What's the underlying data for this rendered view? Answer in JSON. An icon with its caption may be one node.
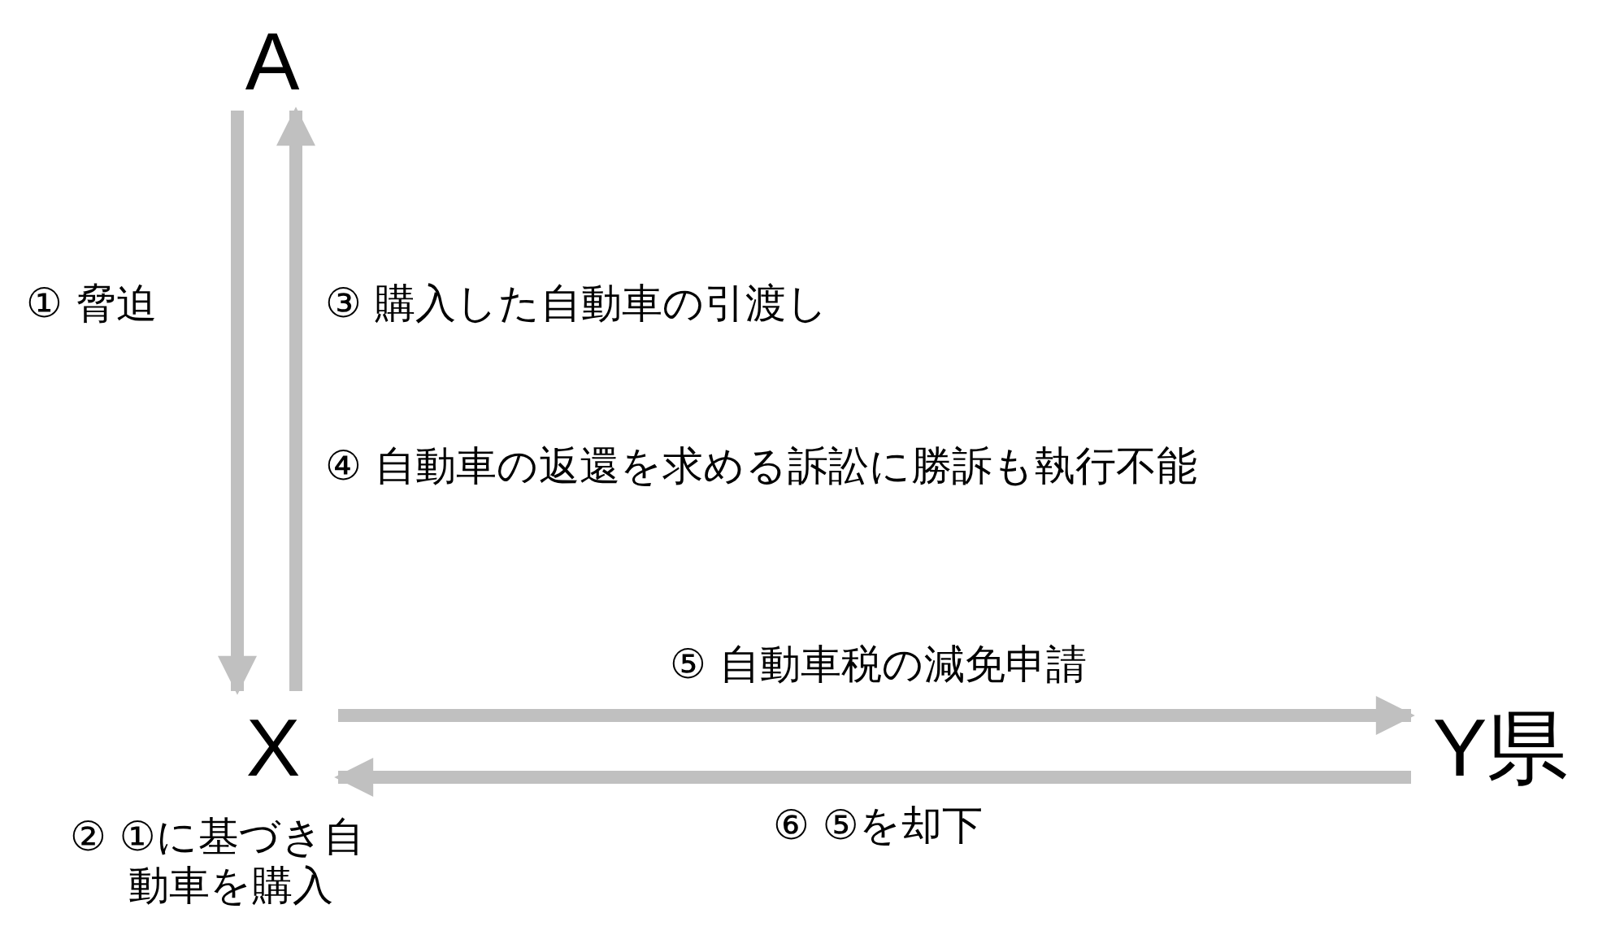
{
  "diagram": {
    "nodes": [
      {
        "text": [
          "A"
        ]
      },
      {
        "text": [
          "X"
        ],
        "beside": [
          "② ①に基づき自動車を購入"
        ]
      },
      {
        "text": [
          "Y県"
        ]
      }
    ],
    "edges": [
      {
        "from": 0,
        "to": 1,
        "arrow": "to",
        "label": "① 脅迫"
      },
      {
        "from": 1,
        "to": 0,
        "arrow": "to",
        "label": "③ 購入した自動車の引渡し"
      },
      {
        "from": 1,
        "to": 2,
        "arrow": "to",
        "label": "⑤ 自動車税の減免申請"
      },
      {
        "from": 2,
        "to": 1,
        "arrow": "to",
        "label": "⑥ ⑤を却下"
      }
    ],
    "labels": [
      "④ 自動車の返還を求める訴訟に勝訴も執行不能"
    ]
  }
}
